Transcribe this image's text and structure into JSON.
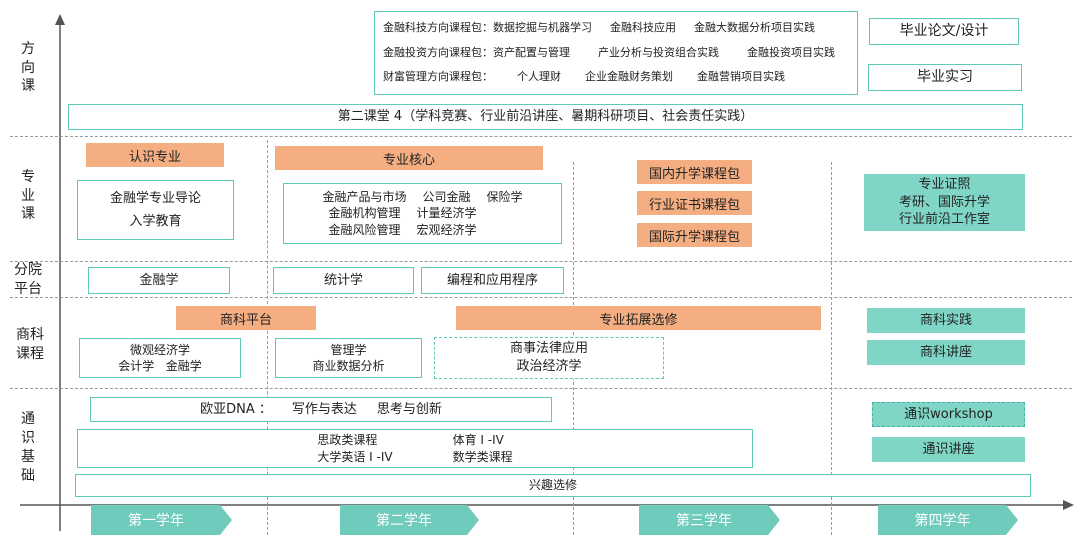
{
  "colors": {
    "teal": "#7fd6c6",
    "teal_border": "#5fc9b7",
    "orange": "#f5ae82",
    "year_arrow": "#6fccbd",
    "axis": "#555555",
    "divider": "#9a9a9a"
  },
  "row_labels": {
    "direction": [
      "方",
      "向",
      "课"
    ],
    "major": [
      "专",
      "业",
      "课"
    ],
    "platform": [
      "分院",
      "平台"
    ],
    "business": [
      "商科",
      "课程"
    ],
    "general": [
      "通",
      "识",
      "基",
      "础"
    ]
  },
  "direction": {
    "packages": [
      {
        "label": "金融科技方向课程包：",
        "items": [
          "数据挖掘与机器学习",
          "金融科技应用",
          "金融大数据分析项目实践"
        ]
      },
      {
        "label": "金融投资方向课程包：",
        "items": [
          "资产配置与管理",
          "产业分析与投资组合实践",
          "金融投资项目实践"
        ]
      },
      {
        "label": "财富管理方向课程包：",
        "items": [
          "个人理财",
          "企业金融财务策划",
          "金融营销项目实践"
        ]
      }
    ],
    "thesis": "毕业论文/设计",
    "internship": "毕业实习",
    "second_classroom": "第二课堂 4（学科竞赛、行业前沿讲座、暑期科研项目、社会责任实践）"
  },
  "major": {
    "intro_header": "认识专业",
    "intro_items": [
      "金融学专业导论",
      "入学教育"
    ],
    "core_header": "专业核心",
    "core_items": [
      "金融产品与市场",
      "公司金融",
      "保险学",
      "金融机构管理",
      "计量经济学",
      "金融风险管理",
      "宏观经济学"
    ],
    "packages": [
      "国内升学课程包",
      "行业证书课程包",
      "国际升学课程包"
    ],
    "cert": [
      "专业证照",
      "考研、国际升学",
      "行业前沿工作室"
    ]
  },
  "platform": {
    "items": [
      "金融学",
      "统计学",
      "编程和应用程序"
    ]
  },
  "business": {
    "platform_header": "商科平台",
    "elective_header": "专业拓展选修",
    "y1_items": [
      "微观经济学",
      "会计学",
      "金融学"
    ],
    "y2_items": [
      "管理学",
      "商业数据分析"
    ],
    "elective_items": [
      "商事法律应用",
      "政治经济学"
    ],
    "practice": "商科实践",
    "lecture": "商科讲座"
  },
  "general": {
    "dna_label": "欧亚DNA ：",
    "dna_items": [
      "写作与表达",
      "思考与创新"
    ],
    "courses": [
      "思政类课程",
      "体育 I -IV",
      "大学英语 I -IV",
      "数学类课程"
    ],
    "workshop": "通识workshop",
    "lecture": "通识讲座",
    "interest": "兴趣选修"
  },
  "years": [
    "第一学年",
    "第二学年",
    "第三学年",
    "第四学年"
  ]
}
